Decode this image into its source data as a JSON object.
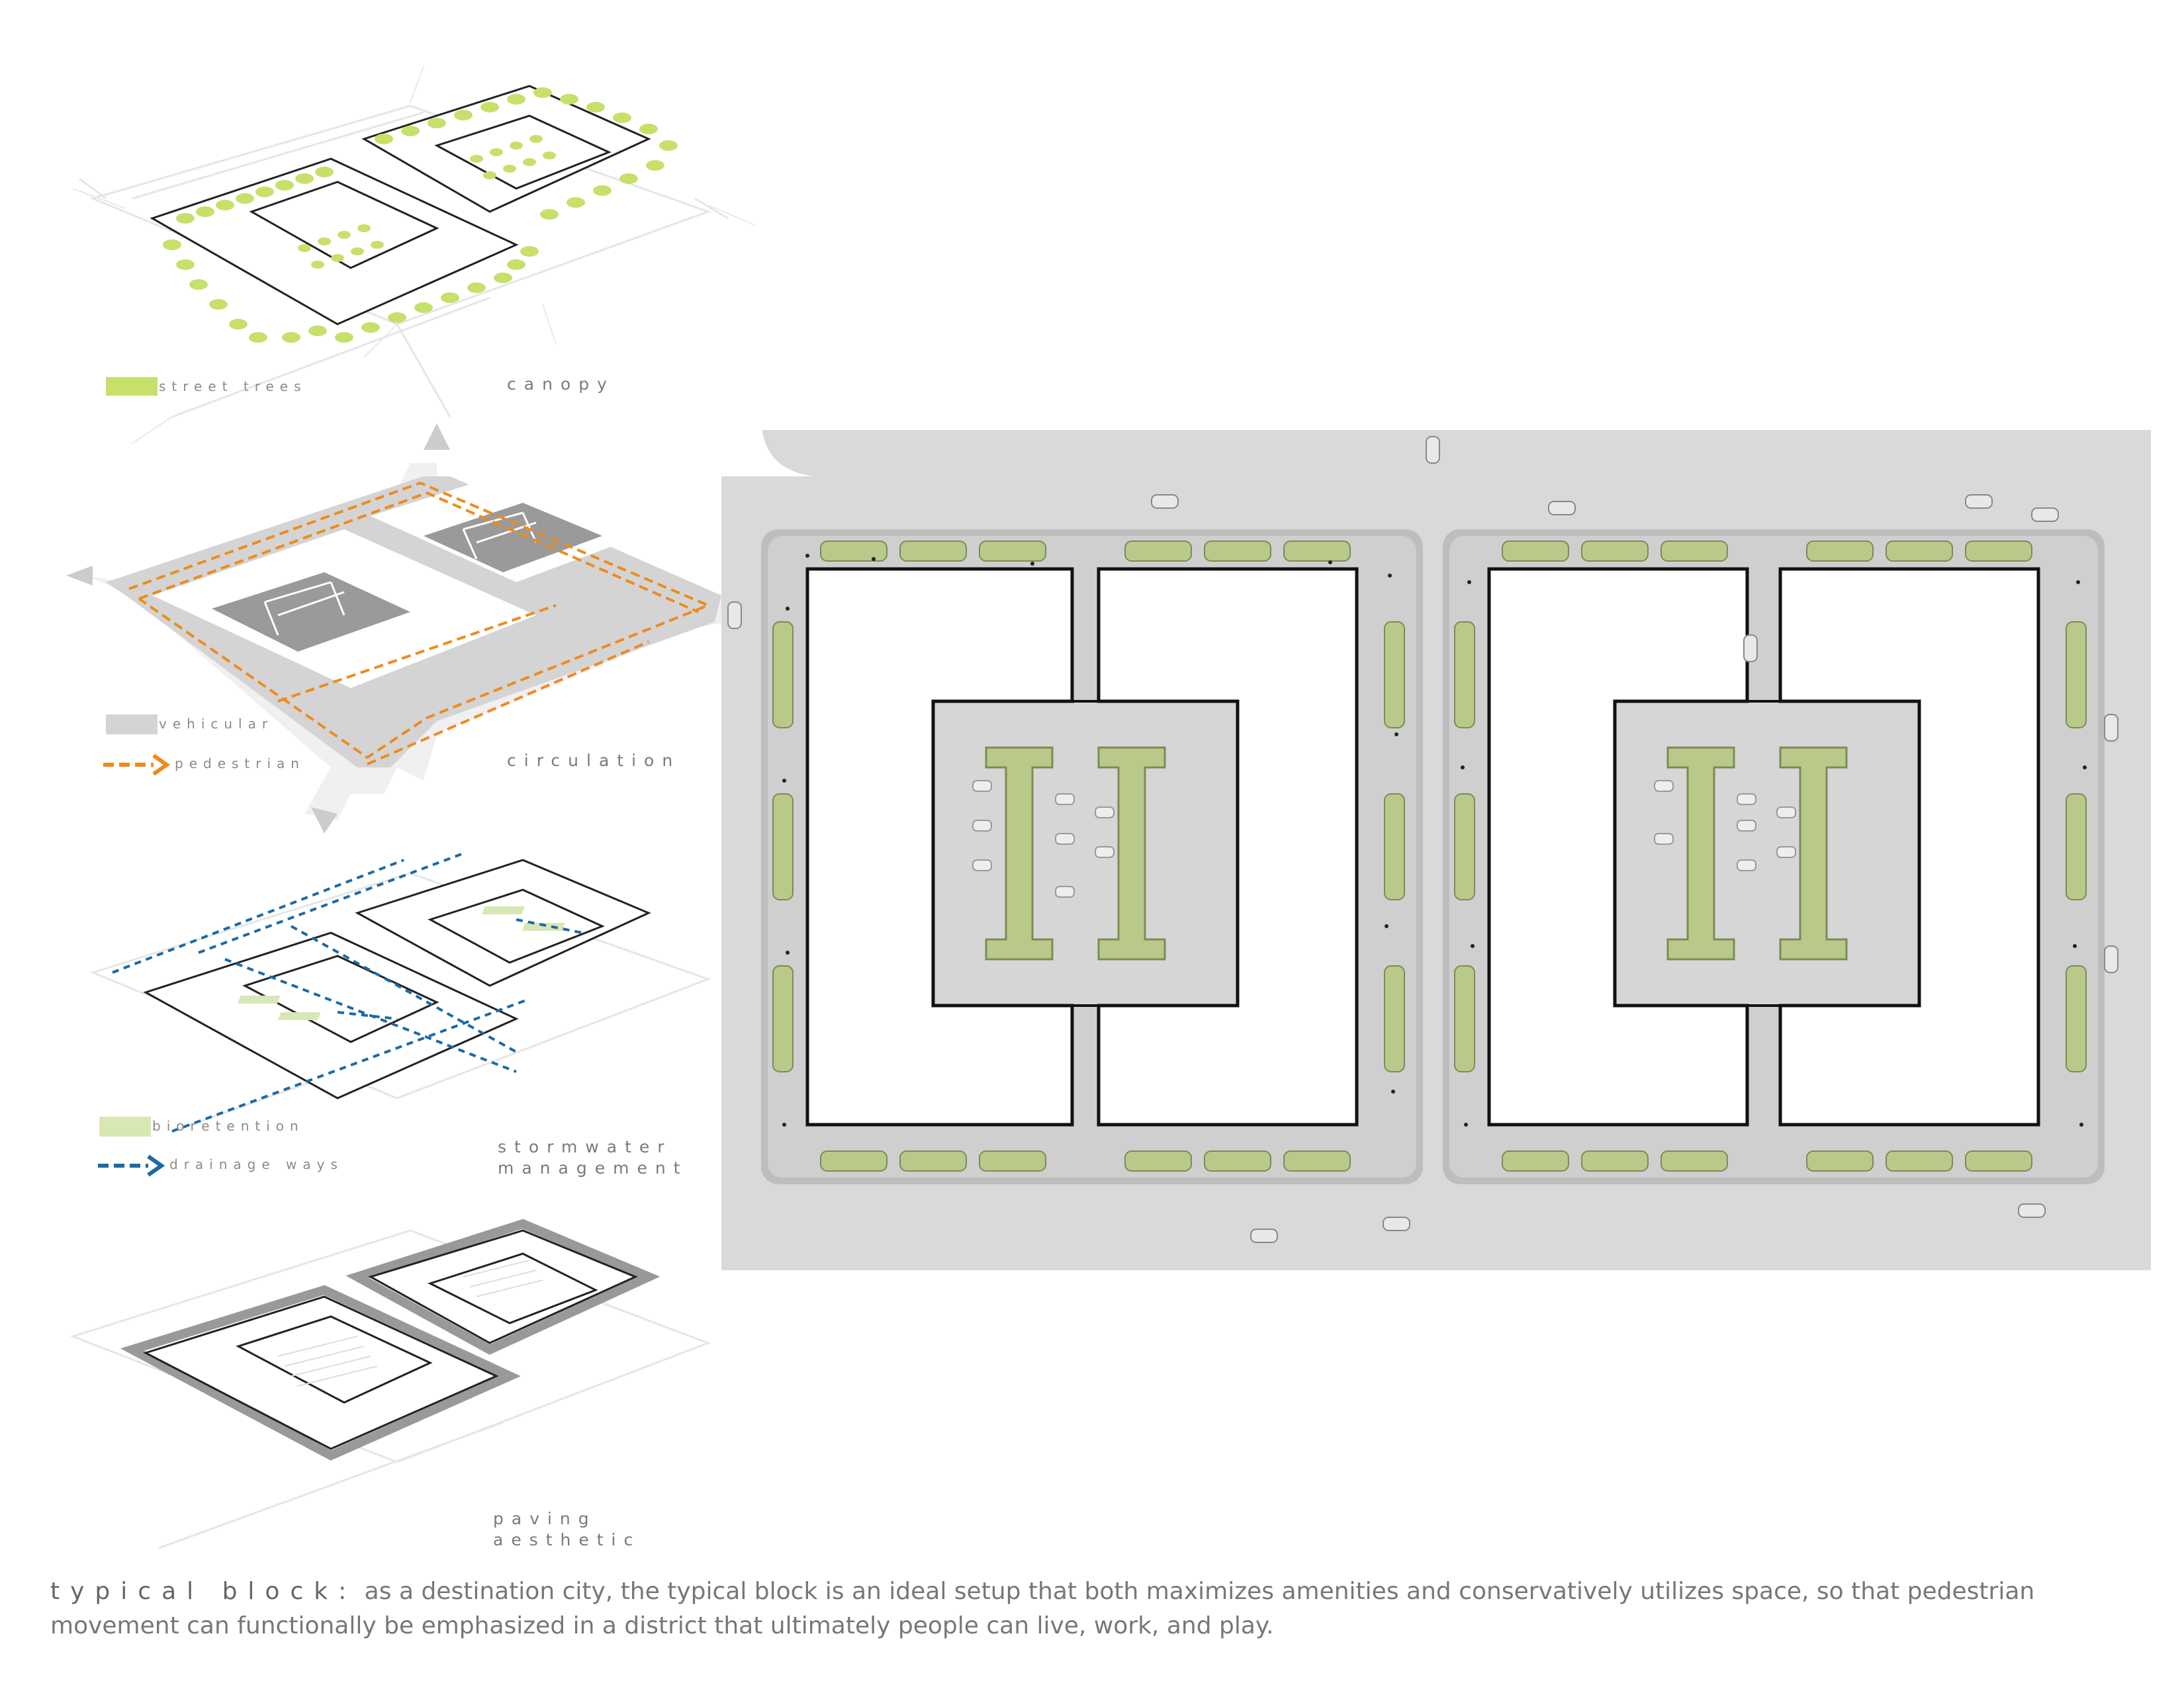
{
  "axon_panels": [
    {
      "title_lines": [
        "canopy"
      ],
      "legend": [
        {
          "label": "street trees",
          "kind": "swatch",
          "color": "#c7e06a"
        }
      ]
    },
    {
      "title_lines": [
        "circulation"
      ],
      "legend": [
        {
          "label": "vehicular",
          "kind": "swatch",
          "color": "#d4d4d4"
        },
        {
          "label": "pedestrian",
          "kind": "arrow",
          "color": "#f08a1c"
        }
      ]
    },
    {
      "title_lines": [
        "stormwater",
        "management"
      ],
      "legend": [
        {
          "label": "bioretention",
          "kind": "swatch",
          "color": "#d8e8b4"
        },
        {
          "label": "drainage ways",
          "kind": "arrow",
          "color": "#1b6aa5"
        }
      ]
    },
    {
      "title_lines": [
        "paving",
        "aesthetic"
      ],
      "legend": []
    }
  ],
  "caption": {
    "lead": "typical block:",
    "text": " as a destination city, the typical block is an ideal setup that both maximizes amenities and conservatively utilizes space, so that pedestrian movement can functionally be emphasized in a district that ultimately people can live, work, and play."
  },
  "colors": {
    "tree_green": "#c7e06a",
    "road_gray": "#d4d4d4",
    "pedestrian_orange": "#f08a1c",
    "bioretention_green": "#d8e8b4",
    "drainage_blue": "#1b6aa5",
    "plan_tree": "#b9c98a"
  }
}
